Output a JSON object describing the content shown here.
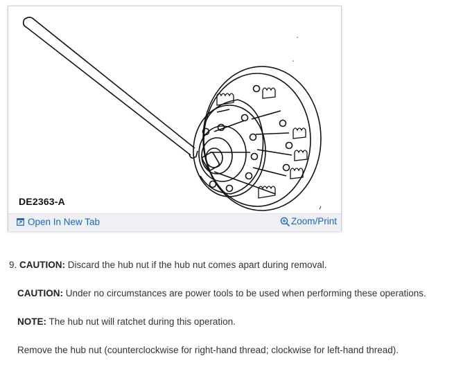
{
  "figure": {
    "id_label": "DE2363-A",
    "open_label": "Open In New Tab",
    "zoom_label": "Zoom/Print"
  },
  "instructions": {
    "step_number": "9.",
    "step_prefix": "CAUTION:",
    "step_text": "Discard the hub nut if the hub nut comes apart during removal.",
    "caution_prefix": "CAUTION:",
    "caution_text": "Under no circumstances are power tools to be used when performing these operations.",
    "note_prefix": "NOTE:",
    "note_text": "The hub nut will ratchet during this operation.",
    "remove_text": "Remove the hub nut (counterclockwise for right-hand thread; clockwise for left-hand thread)."
  },
  "colors": {
    "link": "#1d64c6",
    "text": "#333333",
    "footer_bg": "#eef0f4"
  },
  "icons": {
    "open": "open-in-new-tab-icon",
    "zoom": "zoom-in-icon"
  }
}
